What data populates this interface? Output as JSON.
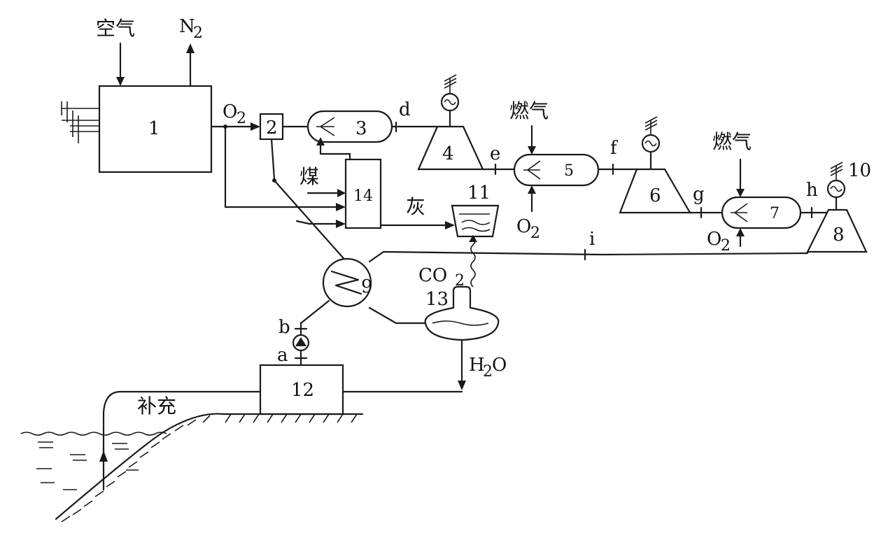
{
  "components": {
    "c1": "1",
    "c2": "2",
    "c3": "3",
    "c4": "4",
    "c5": "5",
    "c6": "6",
    "c7": "7",
    "c8": "8",
    "c9": "9",
    "c10": "10",
    "c11": "11",
    "c12": "12",
    "c13": "13",
    "c14": "14"
  },
  "streams": {
    "air": "空气",
    "n2": "N",
    "o2_main": "O",
    "coal": "煤",
    "ash": "灰",
    "gas_fuel_1": "燃气",
    "gas_fuel_2": "燃气",
    "o2_5": "O",
    "o2_7": "O",
    "co2": "CO",
    "h2o_h": "H",
    "h2o_o": "O",
    "makeup": "补充",
    "sub2": "2"
  },
  "points": {
    "a": "a",
    "b": "b",
    "d": "d",
    "e": "e",
    "f": "f",
    "g": "g",
    "h": "h",
    "i": "i"
  }
}
